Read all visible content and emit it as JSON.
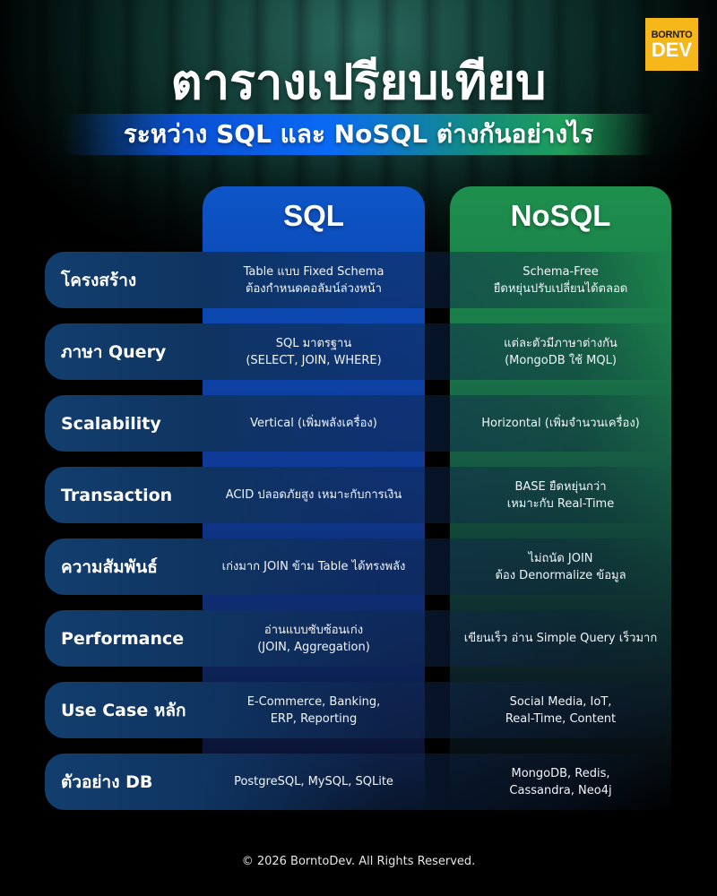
{
  "logo": {
    "top": "BORNTO",
    "bottom": "DEV",
    "color": "#f5b71a"
  },
  "header": {
    "title": "ตารางเปรียบเทียบ",
    "subtitle": "ระหว่าง SQL และ NoSQL ต่างกันอย่างไร"
  },
  "columns": {
    "sql": {
      "label": "SQL",
      "color": "#0d55c8"
    },
    "nosql": {
      "label": "NoSQL",
      "color": "#1e8f4d"
    }
  },
  "rows": [
    {
      "label": "โครงสร้าง",
      "sql": [
        "Table แบบ Fixed Schema",
        "ต้องกำหนดคอลัมน์ล่วงหน้า"
      ],
      "nosql": [
        "Schema-Free",
        "ยืดหยุ่นปรับเปลี่ยนได้ตลอด"
      ]
    },
    {
      "label": "ภาษา Query",
      "sql": [
        "SQL มาตรฐาน",
        "(SELECT, JOIN, WHERE)"
      ],
      "nosql": [
        "แต่ละตัวมีภาษาต่างกัน",
        "(MongoDB ใช้ MQL)"
      ]
    },
    {
      "label": "Scalability",
      "sql": [
        "Vertical (เพิ่มพลังเครื่อง)"
      ],
      "nosql": [
        "Horizontal (เพิ่มจำนวนเครื่อง)"
      ]
    },
    {
      "label": "Transaction",
      "sql": [
        "ACID ปลอดภัยสูง เหมาะกับการเงิน"
      ],
      "nosql": [
        "BASE ยืดหยุ่นกว่า",
        "เหมาะกับ Real-Time"
      ]
    },
    {
      "label": "ความสัมพันธ์",
      "sql": [
        "เก่งมาก JOIN ข้าม Table ได้ทรงพลัง"
      ],
      "nosql": [
        "ไม่ถนัด JOIN",
        "ต้อง Denormalize ข้อมูล"
      ]
    },
    {
      "label": "Performance",
      "sql": [
        "อ่านแบบซับซ้อนเก่ง",
        "(JOIN, Aggregation)"
      ],
      "nosql": [
        "เขียนเร็ว อ่าน Simple Query เร็วมาก"
      ]
    },
    {
      "label": "Use Case หลัก",
      "sql": [
        "E-Commerce, Banking,",
        "ERP, Reporting"
      ],
      "nosql": [
        "Social Media, IoT,",
        "Real-Time, Content"
      ]
    },
    {
      "label": "ตัวอย่าง DB",
      "sql": [
        "PostgreSQL, MySQL, SQLite"
      ],
      "nosql": [
        "MongoDB, Redis,",
        "Cassandra, Neo4j"
      ]
    }
  ],
  "footer": {
    "copyright": "© 2026 BorntoDev. All Rights Reserved."
  }
}
